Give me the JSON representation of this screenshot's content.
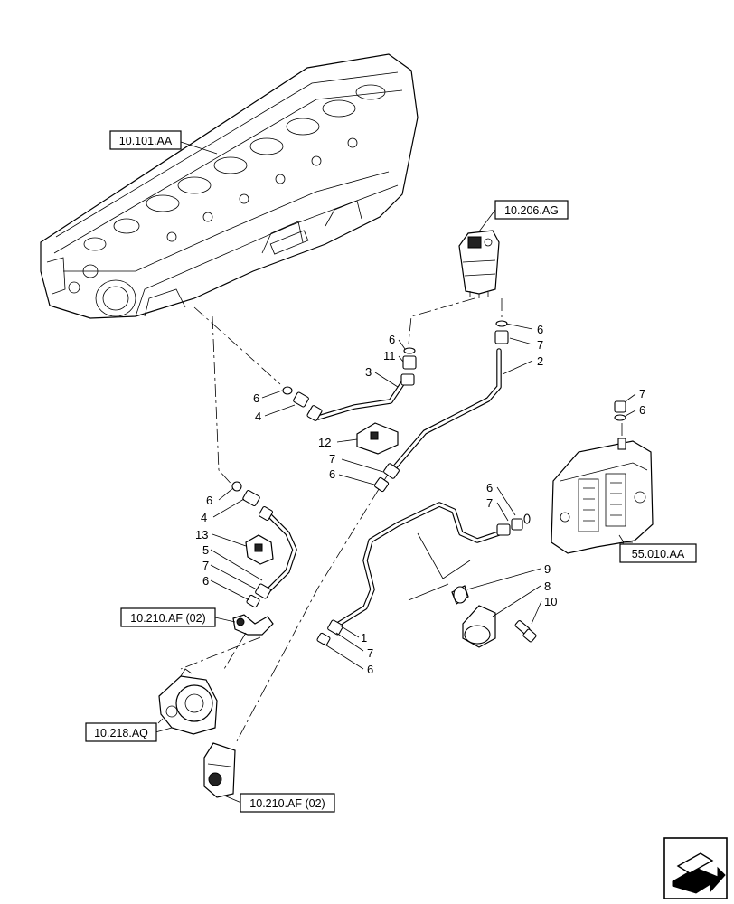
{
  "references": {
    "cylinder_head": "10.101.AA",
    "fuel_filter": "10.206.AG",
    "ecu": "55.010.AA",
    "connector_upper": "10.210.AF (02)",
    "injection_pump": "10.218.AQ",
    "connector_lower": "10.210.AF (02)"
  },
  "callouts": {
    "c1": "1",
    "c2": "2",
    "c3": "3",
    "c4a": "4",
    "c4b": "4",
    "c5": "5",
    "c6a": "6",
    "c6b": "6",
    "c6c": "6",
    "c6d": "6",
    "c6e": "6",
    "c6f": "6",
    "c6g": "6",
    "c6h": "6",
    "c7a": "7",
    "c7b": "7",
    "c7c": "7",
    "c7d": "7",
    "c7e": "7",
    "c7f": "7",
    "c8": "8",
    "c9": "9",
    "c10": "10",
    "c11": "11",
    "c12": "12",
    "c13": "13"
  },
  "icons": {
    "corner": "next-page-arrow-icon"
  }
}
